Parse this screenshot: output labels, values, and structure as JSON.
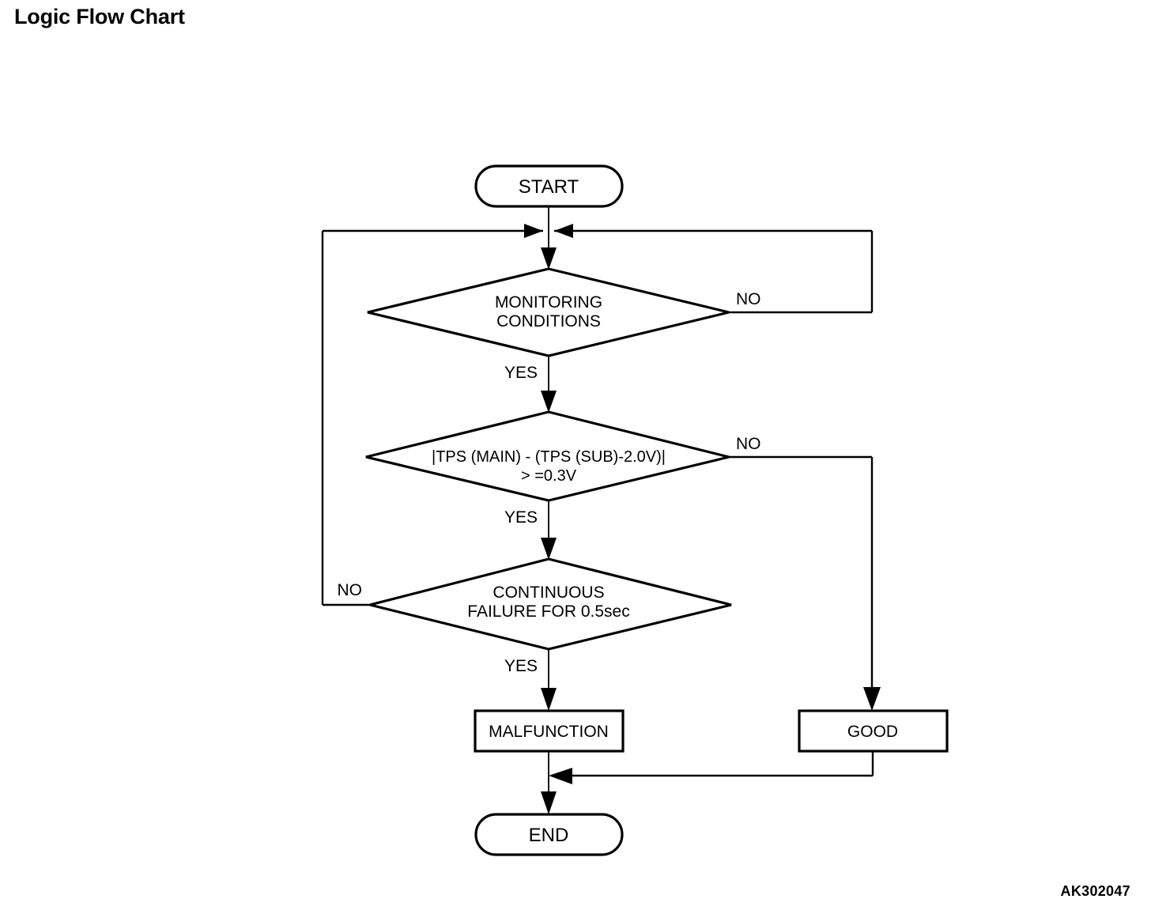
{
  "page": {
    "title": "Logic Flow Chart",
    "figure_code": "AK302047",
    "background_color": "#ffffff",
    "ink_color": "#000000"
  },
  "chart_data": {
    "type": "diagram",
    "diagram_kind": "flowchart",
    "title": "Logic Flow Chart",
    "nodes": [
      {
        "id": "start",
        "shape": "terminator",
        "label": "START"
      },
      {
        "id": "monitoring",
        "shape": "decision",
        "label_line1": "MONITORING",
        "label_line2": "CONDITIONS"
      },
      {
        "id": "tps",
        "shape": "decision",
        "label_line1": "|TPS (MAIN) - (TPS (SUB)-2.0V)|",
        "label_line2": "> =0.3V"
      },
      {
        "id": "continuous",
        "shape": "decision",
        "label_line1": "CONTINUOUS",
        "label_line2": "FAILURE FOR 0.5sec"
      },
      {
        "id": "malfunction",
        "shape": "process",
        "label": "MALFUNCTION"
      },
      {
        "id": "good",
        "shape": "process",
        "label": "GOOD"
      },
      {
        "id": "end",
        "shape": "terminator",
        "label": "END"
      }
    ],
    "edges": [
      {
        "from": "start",
        "to": "monitoring",
        "label": ""
      },
      {
        "from": "monitoring",
        "to": "tps",
        "label": "YES"
      },
      {
        "from": "monitoring",
        "to": "monitoring",
        "label": "NO",
        "routing": "right-loop-back-to-top-junction"
      },
      {
        "from": "tps",
        "to": "continuous",
        "label": "YES"
      },
      {
        "from": "tps",
        "to": "good",
        "label": "NO",
        "routing": "right-then-down"
      },
      {
        "from": "continuous",
        "to": "monitoring",
        "label": "NO",
        "routing": "left-loop-back-to-top-junction"
      },
      {
        "from": "continuous",
        "to": "malfunction",
        "label": "YES"
      },
      {
        "from": "malfunction",
        "to": "end",
        "label": ""
      },
      {
        "from": "good",
        "to": "end",
        "label": "",
        "routing": "down-then-left-join"
      }
    ],
    "branch_labels": [
      "NO",
      "YES",
      "NO",
      "YES",
      "NO",
      "YES"
    ]
  },
  "nodes": {
    "start": {
      "label": "START"
    },
    "monitoring": {
      "line1": "MONITORING",
      "line2": "CONDITIONS"
    },
    "tps": {
      "line1": "|TPS (MAIN) - (TPS (SUB)-2.0V)|",
      "line2": "> =0.3V"
    },
    "continuous": {
      "line1": "CONTINUOUS",
      "line2": "FAILURE FOR 0.5sec"
    },
    "malfunction": {
      "label": "MALFUNCTION"
    },
    "good": {
      "label": "GOOD"
    },
    "end": {
      "label": "END"
    }
  },
  "branches": {
    "monitoring_no": "NO",
    "monitoring_yes": "YES",
    "tps_no": "NO",
    "tps_yes": "YES",
    "continuous_no": "NO",
    "continuous_yes": "YES"
  }
}
